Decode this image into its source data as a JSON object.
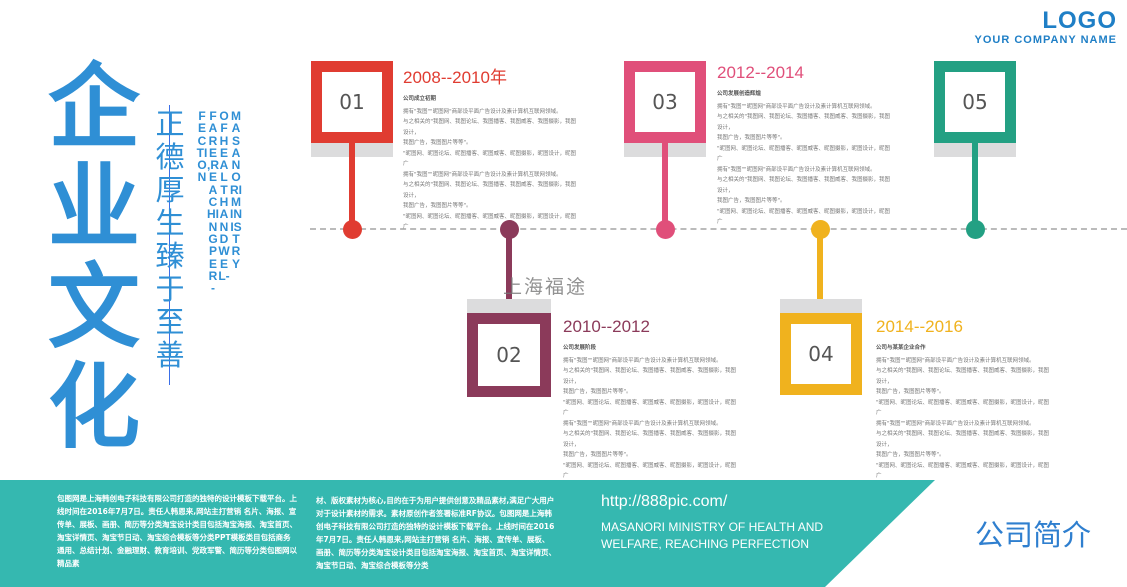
{
  "logo": {
    "title": "LOGO",
    "subtitle": "YOUR COMPANY NAME"
  },
  "big_title": "企业文化",
  "motto": "正德厚生 臻于至善",
  "english_vertical": [
    "MASANORI MINISTRY",
    "OF HEALTH AND WEL-",
    "FARE ,REACHING PER-",
    "FECTION"
  ],
  "watermark": "上海福途",
  "colors": {
    "red": "#e03c31",
    "purple": "#8b3a5a",
    "pink": "#e04f7a",
    "yellow": "#f0b21e",
    "green": "#23a083",
    "teal": "#35b8b0",
    "blue": "#2f8fd5"
  },
  "milestones": [
    {
      "num": "01",
      "year": "2008--2010年",
      "heading": "公司成立初期"
    },
    {
      "num": "02",
      "year": "2010--2012",
      "heading": "公司发展阶段"
    },
    {
      "num": "03",
      "year": "2012--2014",
      "heading": "公司发展创造辉煌"
    },
    {
      "num": "04",
      "year": "2014--2016",
      "heading": "公司与某某企业合作"
    },
    {
      "num": "05"
    }
  ],
  "body_lines": [
    "拥有\"我图\"\"昵图网\"商部设平面广告设计及素计算机互联网领域。",
    "与之相关的\"我图网、我图论坛、我图播客、我图威客、我图摄影，我图设计，",
    "我图广告，我图图片等等\"。",
    "\"昵图网、昵图论坛、昵图播客、昵图威客、昵图摄影，昵图设计，昵图广"
  ],
  "footer": {
    "col1": "包图网是上海韩创电子科技有限公司打造的独特的设计模板下载平台。上线时间在2016年7月7日。责任人韩恩来,网站主打营销 名片、海报、宣传单、展板、画册、简历等分类淘宝设计类目包括淘宝海报、淘宝首页、淘宝详情页、淘宝节日动、淘宝综合模板等分类PPT模板类目包括商务通用、总结计划、金融理财、教育培训、党政军警、简历等分类包图网以精品素",
    "col2": "材、版权素材为核心,目的在于为用户提供创意及精品素材,满足广大用户对于设计素材的需求。素材原创作者签署标准RF协议。包图网是上海韩创电子科技有限公司打造的独特的设计模板下载平台。上线时间在2016年7月7日。责任人韩恩来,网站主打营销 名片、海报、宣传单、展板、画册、简历等分类淘宝设计类目包括淘宝海报、淘宝首页、淘宝详情页、淘宝节日动、淘宝综合模板等分类",
    "url": "http://888pic.com/",
    "english": "MASANORI MINISTRY OF HEALTH AND WELFARE, REACHING PERFECTION",
    "intro": "公司简介"
  }
}
